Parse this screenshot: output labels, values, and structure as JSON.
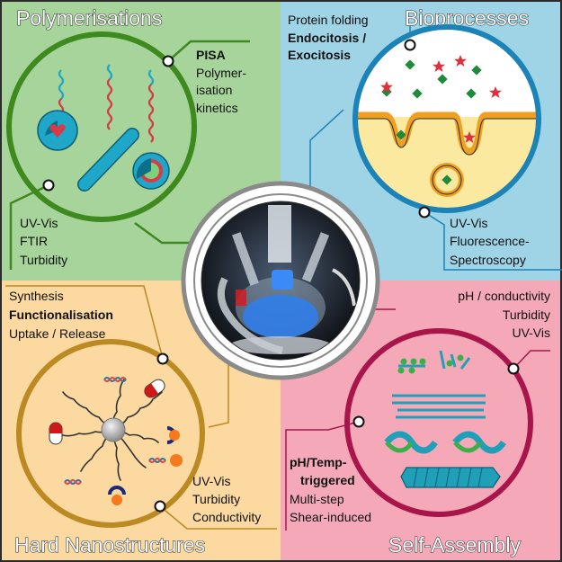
{
  "quadrants": {
    "top_left": {
      "title": "Polymerisations",
      "color": "#a6d49a",
      "ring_color": "#3e8a1e",
      "topic_bold": "PISA",
      "topic_lines": [
        "Polymer-",
        "isation",
        "kinetics"
      ],
      "methods": [
        "UV-Vis",
        "FTIR",
        "Turbidity"
      ]
    },
    "top_right": {
      "title": "Bioprocesses",
      "color": "#9fd3e6",
      "ring_color": "#1b83b8",
      "topic_line": "Protein folding",
      "topic_bold": [
        "Endocitosis /",
        "Exocitosis"
      ],
      "methods": [
        "UV-Vis",
        "Fluorescence-",
        "Spectroscopy"
      ]
    },
    "bottom_left": {
      "title": "Hard Nanostructures",
      "color": "#fbd9a0",
      "ring_color": "#bb8a22",
      "topic_line1": "Synthesis",
      "topic_bold": "Functionalisation",
      "topic_line3": "Uptake / Release",
      "methods": [
        "UV-Vis",
        "Turbidity",
        "Conductivity"
      ]
    },
    "bottom_right": {
      "title": "Self-Assembly",
      "color": "#f5a9b8",
      "ring_color": "#a8154a",
      "methods": [
        "pH / conductivity",
        "Turbidity",
        "UV-Vis"
      ],
      "topic_bold": [
        "pH/Temp-",
        "triggered"
      ],
      "topic_lines": [
        "Multi-step",
        "Shear-induced"
      ]
    }
  },
  "colors": {
    "outline": "#2b2b2b",
    "center_ring": "#8a8a8a",
    "polymer_blue": "#1ea7c9",
    "polymer_red": "#d83a48",
    "star_red": "#e0303c",
    "diamond_green": "#1e8a3a",
    "membrane_orange": "#f0a020",
    "cytoplasm_yellow": "#fbe9a0",
    "capsule_red": "#cc1a1a",
    "nanoparticle_grey": "#b5b5b5",
    "ligand_orange": "#f47a1c",
    "ligand_navy": "#1c2a78",
    "assembly_teal": "#1f9fb8",
    "assembly_green": "#3bb04a"
  }
}
